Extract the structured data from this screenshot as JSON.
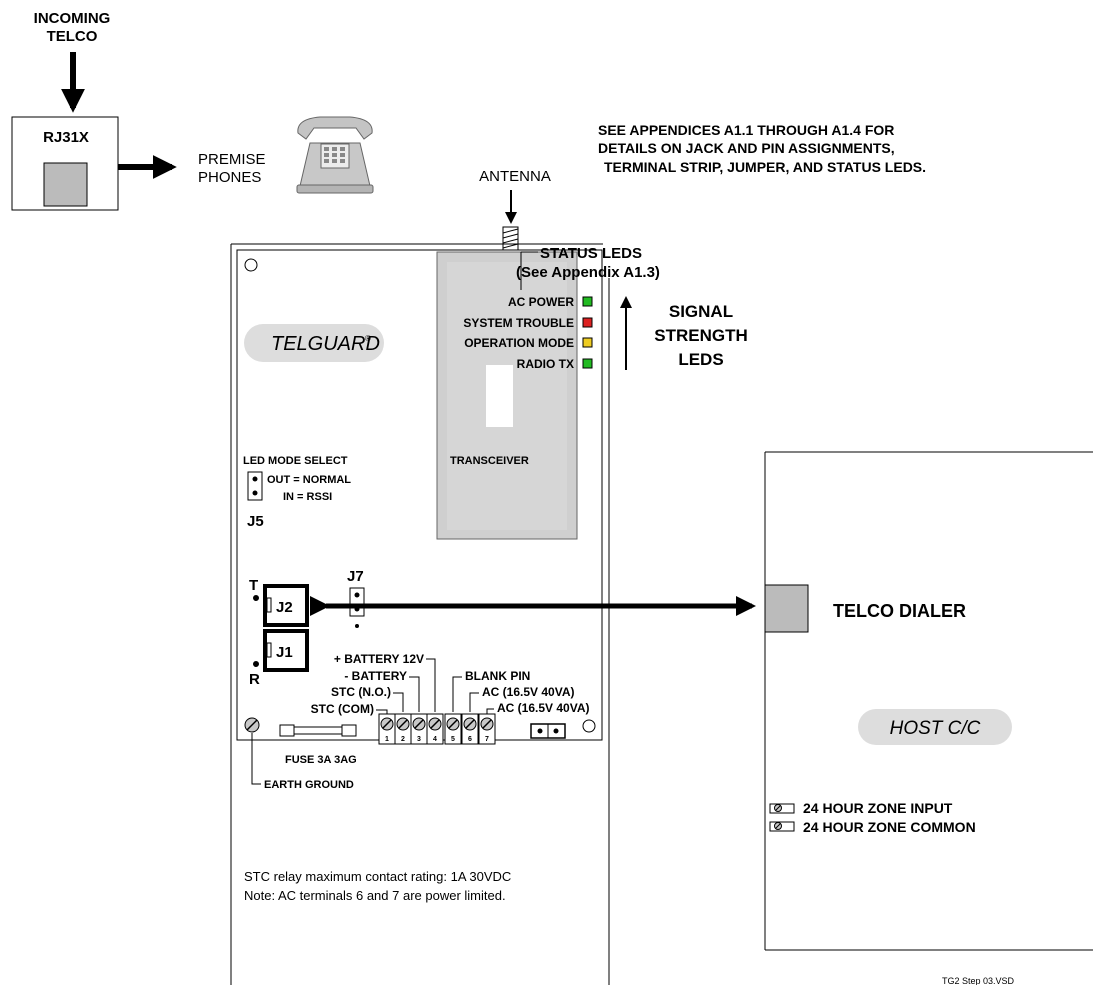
{
  "telco": {
    "incoming_line1": "INCOMING",
    "incoming_line2": "TELCO",
    "jack_label": "RJ31X",
    "premise_line1": "PREMISE",
    "premise_line2": "PHONES"
  },
  "notes": {
    "appendix_line1": "SEE APPENDICES A1.1 THROUGH A1.4 FOR",
    "appendix_line2": "DETAILS ON JACK AND PIN ASSIGNMENTS,",
    "appendix_line3": "TERMINAL STRIP, JUMPER, AND  STATUS LEDS.",
    "relay_rating": "STC relay maximum contact rating:  1A  30VDC",
    "ac_note": "Note:  AC terminals 6 and 7 are power limited.",
    "drawing_id": "TG2 Step 03.VSD"
  },
  "antenna": {
    "label": "ANTENNA"
  },
  "status_leds": {
    "title_line1": "STATUS LEDS",
    "title_line2": "(See Appendix A1.3)",
    "leds": [
      {
        "label": "AC POWER",
        "color": "#22bb22"
      },
      {
        "label": "SYSTEM TROUBLE",
        "color": "#dd2222"
      },
      {
        "label": "OPERATION MODE",
        "color": "#eecc22"
      },
      {
        "label": "RADIO TX",
        "color": "#22bb22"
      }
    ]
  },
  "signal_strength": {
    "line1": "SIGNAL",
    "line2": "STRENGTH",
    "line3": "LEDS"
  },
  "board": {
    "brand": "TELGUARD",
    "registered_mark": "®",
    "transceiver_label": "TRANSCEIVER"
  },
  "led_mode": {
    "title": "LED MODE SELECT",
    "out_label": "OUT = NORMAL",
    "in_label": "IN = RSSI",
    "jumper_id": "J5"
  },
  "connectors": {
    "j7_label": "J7",
    "t_label": "T",
    "r_label": "R",
    "j2_label": "J2",
    "j1_label": "J1"
  },
  "terminals": {
    "battery_pos": "+ BATTERY 12V",
    "battery_neg": "- BATTERY",
    "stc_no": "STC (N.O.)",
    "stc_com": "STC (COM)",
    "blank_pin": "BLANK PIN",
    "ac1": "AC (16.5V 40VA)",
    "ac2": "AC (16.5V 40VA)",
    "numbers": [
      "1",
      "2",
      "3",
      "4",
      "5",
      "6",
      "7"
    ],
    "fuse": "FUSE 3A  3AG",
    "earth_ground": "EARTH GROUND"
  },
  "host": {
    "dialer_label": "TELCO DIALER",
    "panel_label": "HOST C/C",
    "zone_input": "24 HOUR ZONE INPUT",
    "zone_common": "24 HOUR ZONE COMMON"
  }
}
